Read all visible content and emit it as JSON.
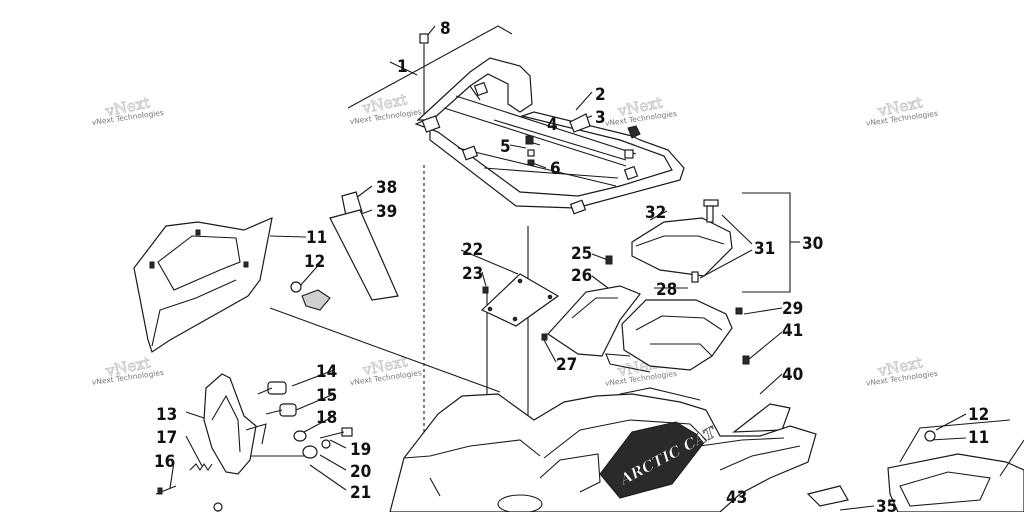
{
  "watermark": {
    "text": "vNext Technologies"
  },
  "decal_text": "ARCTIC CAT",
  "callouts": [
    "1",
    "2",
    "3",
    "4",
    "5",
    "6",
    "8",
    "11",
    "12",
    "13",
    "14",
    "15",
    "16",
    "17",
    "18",
    "19",
    "20",
    "21",
    "22",
    "23",
    "25",
    "26",
    "27",
    "28",
    "29",
    "30",
    "31",
    "32",
    "35",
    "38",
    "39",
    "40",
    "41",
    "43",
    "11",
    "12"
  ]
}
